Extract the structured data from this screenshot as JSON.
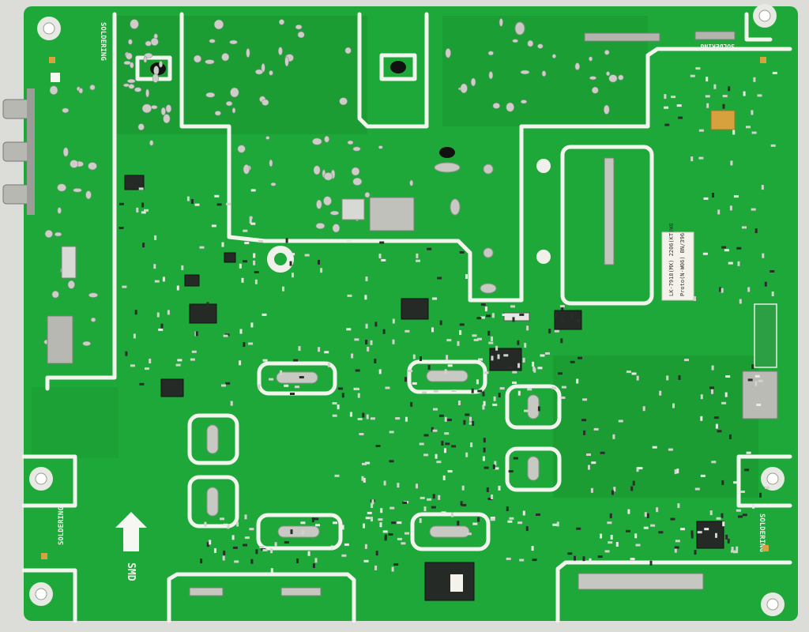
{
  "photo": {
    "subject": "green printed circuit board, component side up",
    "colors": {
      "background": "#dcdcd8",
      "board": "#1fa83a",
      "board_dark": "#138a2c",
      "silkscreen": "#f2f4ee",
      "solder": "#c9c9c4",
      "chip": "#262a27",
      "sticker": "#f4f2ea",
      "pad_gold": "#d7a23d"
    }
  },
  "markings": {
    "soldering_top_left": "SOLDERING",
    "soldering_left": "SOLDERING",
    "soldering_right": "SOLDERING",
    "soldering_top_right": "SOLDERING",
    "smd": "SMD"
  },
  "sticker": {
    "line1": "LK-7918(MX) 2206(KT)W6",
    "line2": "Proto(N-W06) BN/396"
  }
}
